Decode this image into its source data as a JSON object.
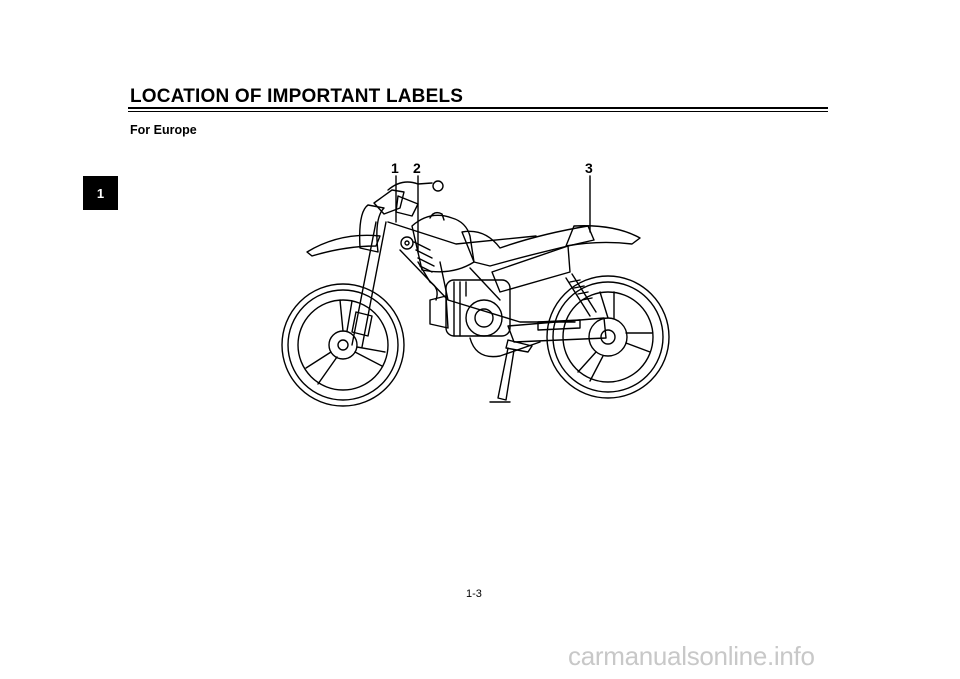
{
  "header": {
    "title": "LOCATION OF IMPORTANT LABELS"
  },
  "subtitle": "For Europe",
  "chapter_tab": "1",
  "callouts": [
    "1",
    "2",
    "3"
  ],
  "page_number": "1-3",
  "watermark": "carmanualsonline.info"
}
